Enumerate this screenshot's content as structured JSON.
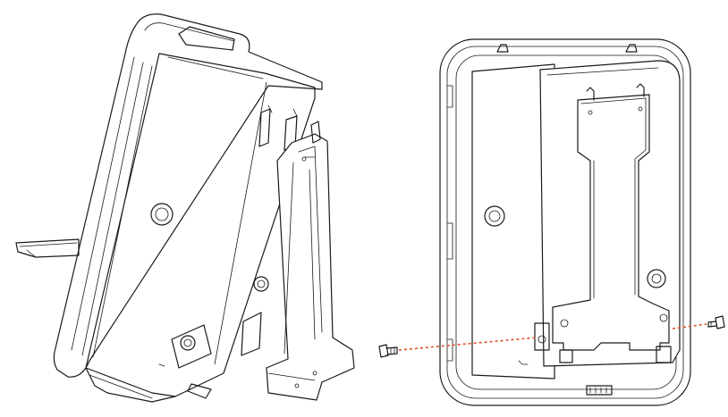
{
  "figure": {
    "views": [
      {
        "id": "angled-view",
        "description_hidden": true
      },
      {
        "id": "rear-view"
      }
    ],
    "colors": {
      "line": "#1a1a1a",
      "background": "#ffffff",
      "screw_path": "#e0502a"
    },
    "icons": [
      "screw-icon",
      "mounting-bracket",
      "device-housing"
    ]
  }
}
